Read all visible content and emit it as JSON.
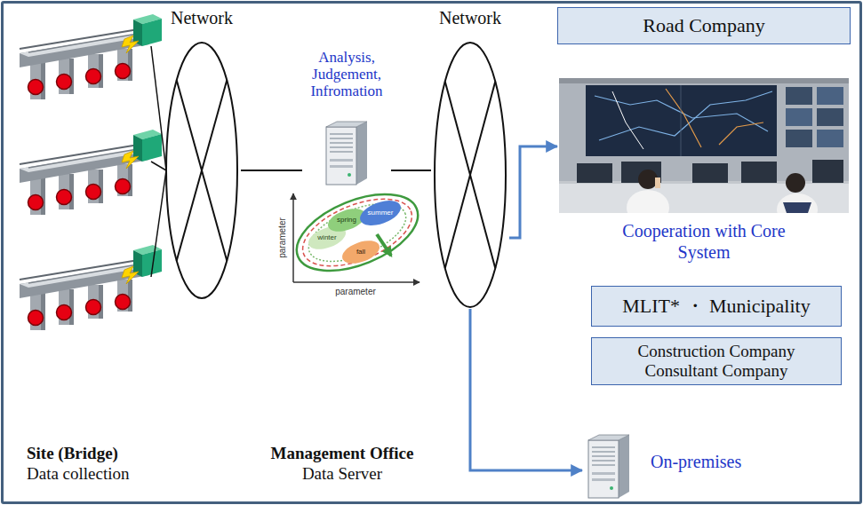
{
  "diagram": {
    "nodes": [
      {
        "text": [
          "Network"
        ]
      },
      {
        "text": [
          "Analysis, Judgement, Infromation"
        ]
      },
      {
        "text": [
          "Network"
        ]
      },
      {
        "text": [
          "Road Company",
          "Cooperation with Core System"
        ]
      },
      {
        "text": [
          "MLIT* ・ Municipality"
        ]
      },
      {
        "text": [
          "Construction Company Consultant Company"
        ]
      },
      {
        "text": [
          "On-premises"
        ]
      }
    ],
    "edges": [
      {
        "from": 0,
        "to": 1,
        "arrow": "none"
      },
      {
        "from": 1,
        "to": 2,
        "arrow": "none"
      },
      {
        "from": 2,
        "to": 3,
        "arrow": "to"
      },
      {
        "from": 2,
        "to": 6,
        "arrow": "to"
      }
    ],
    "labels": [
      "spring",
      "summer",
      "fall",
      "winter",
      "parameter",
      "parameter",
      "Site (Bridge)",
      "Data collection",
      "Management Office",
      "Data Server"
    ]
  }
}
